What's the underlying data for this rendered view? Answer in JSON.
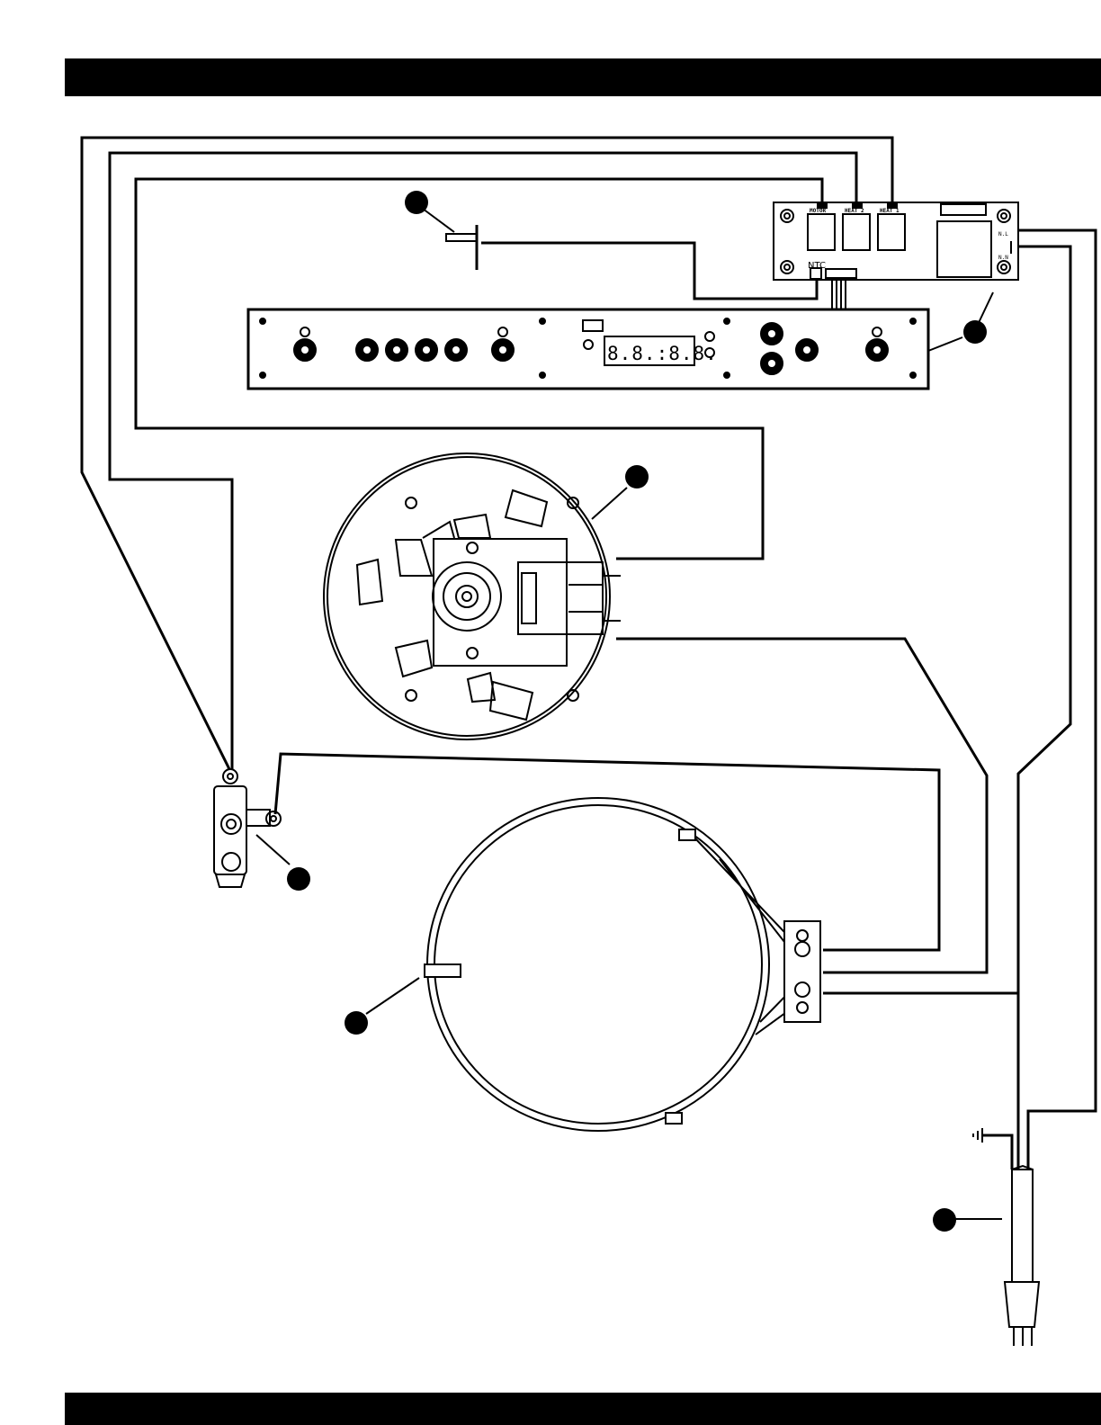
{
  "board": {
    "terminals": [
      "MOTOR",
      "HEAT 2",
      "HEAT 1"
    ],
    "ntc_label": "NTC",
    "input_labels": [
      "N.L",
      "N.N"
    ]
  },
  "control_panel": {
    "display_text": "8.8.:8.8."
  },
  "colors": {
    "ink": "#000000",
    "background": "#ffffff"
  }
}
